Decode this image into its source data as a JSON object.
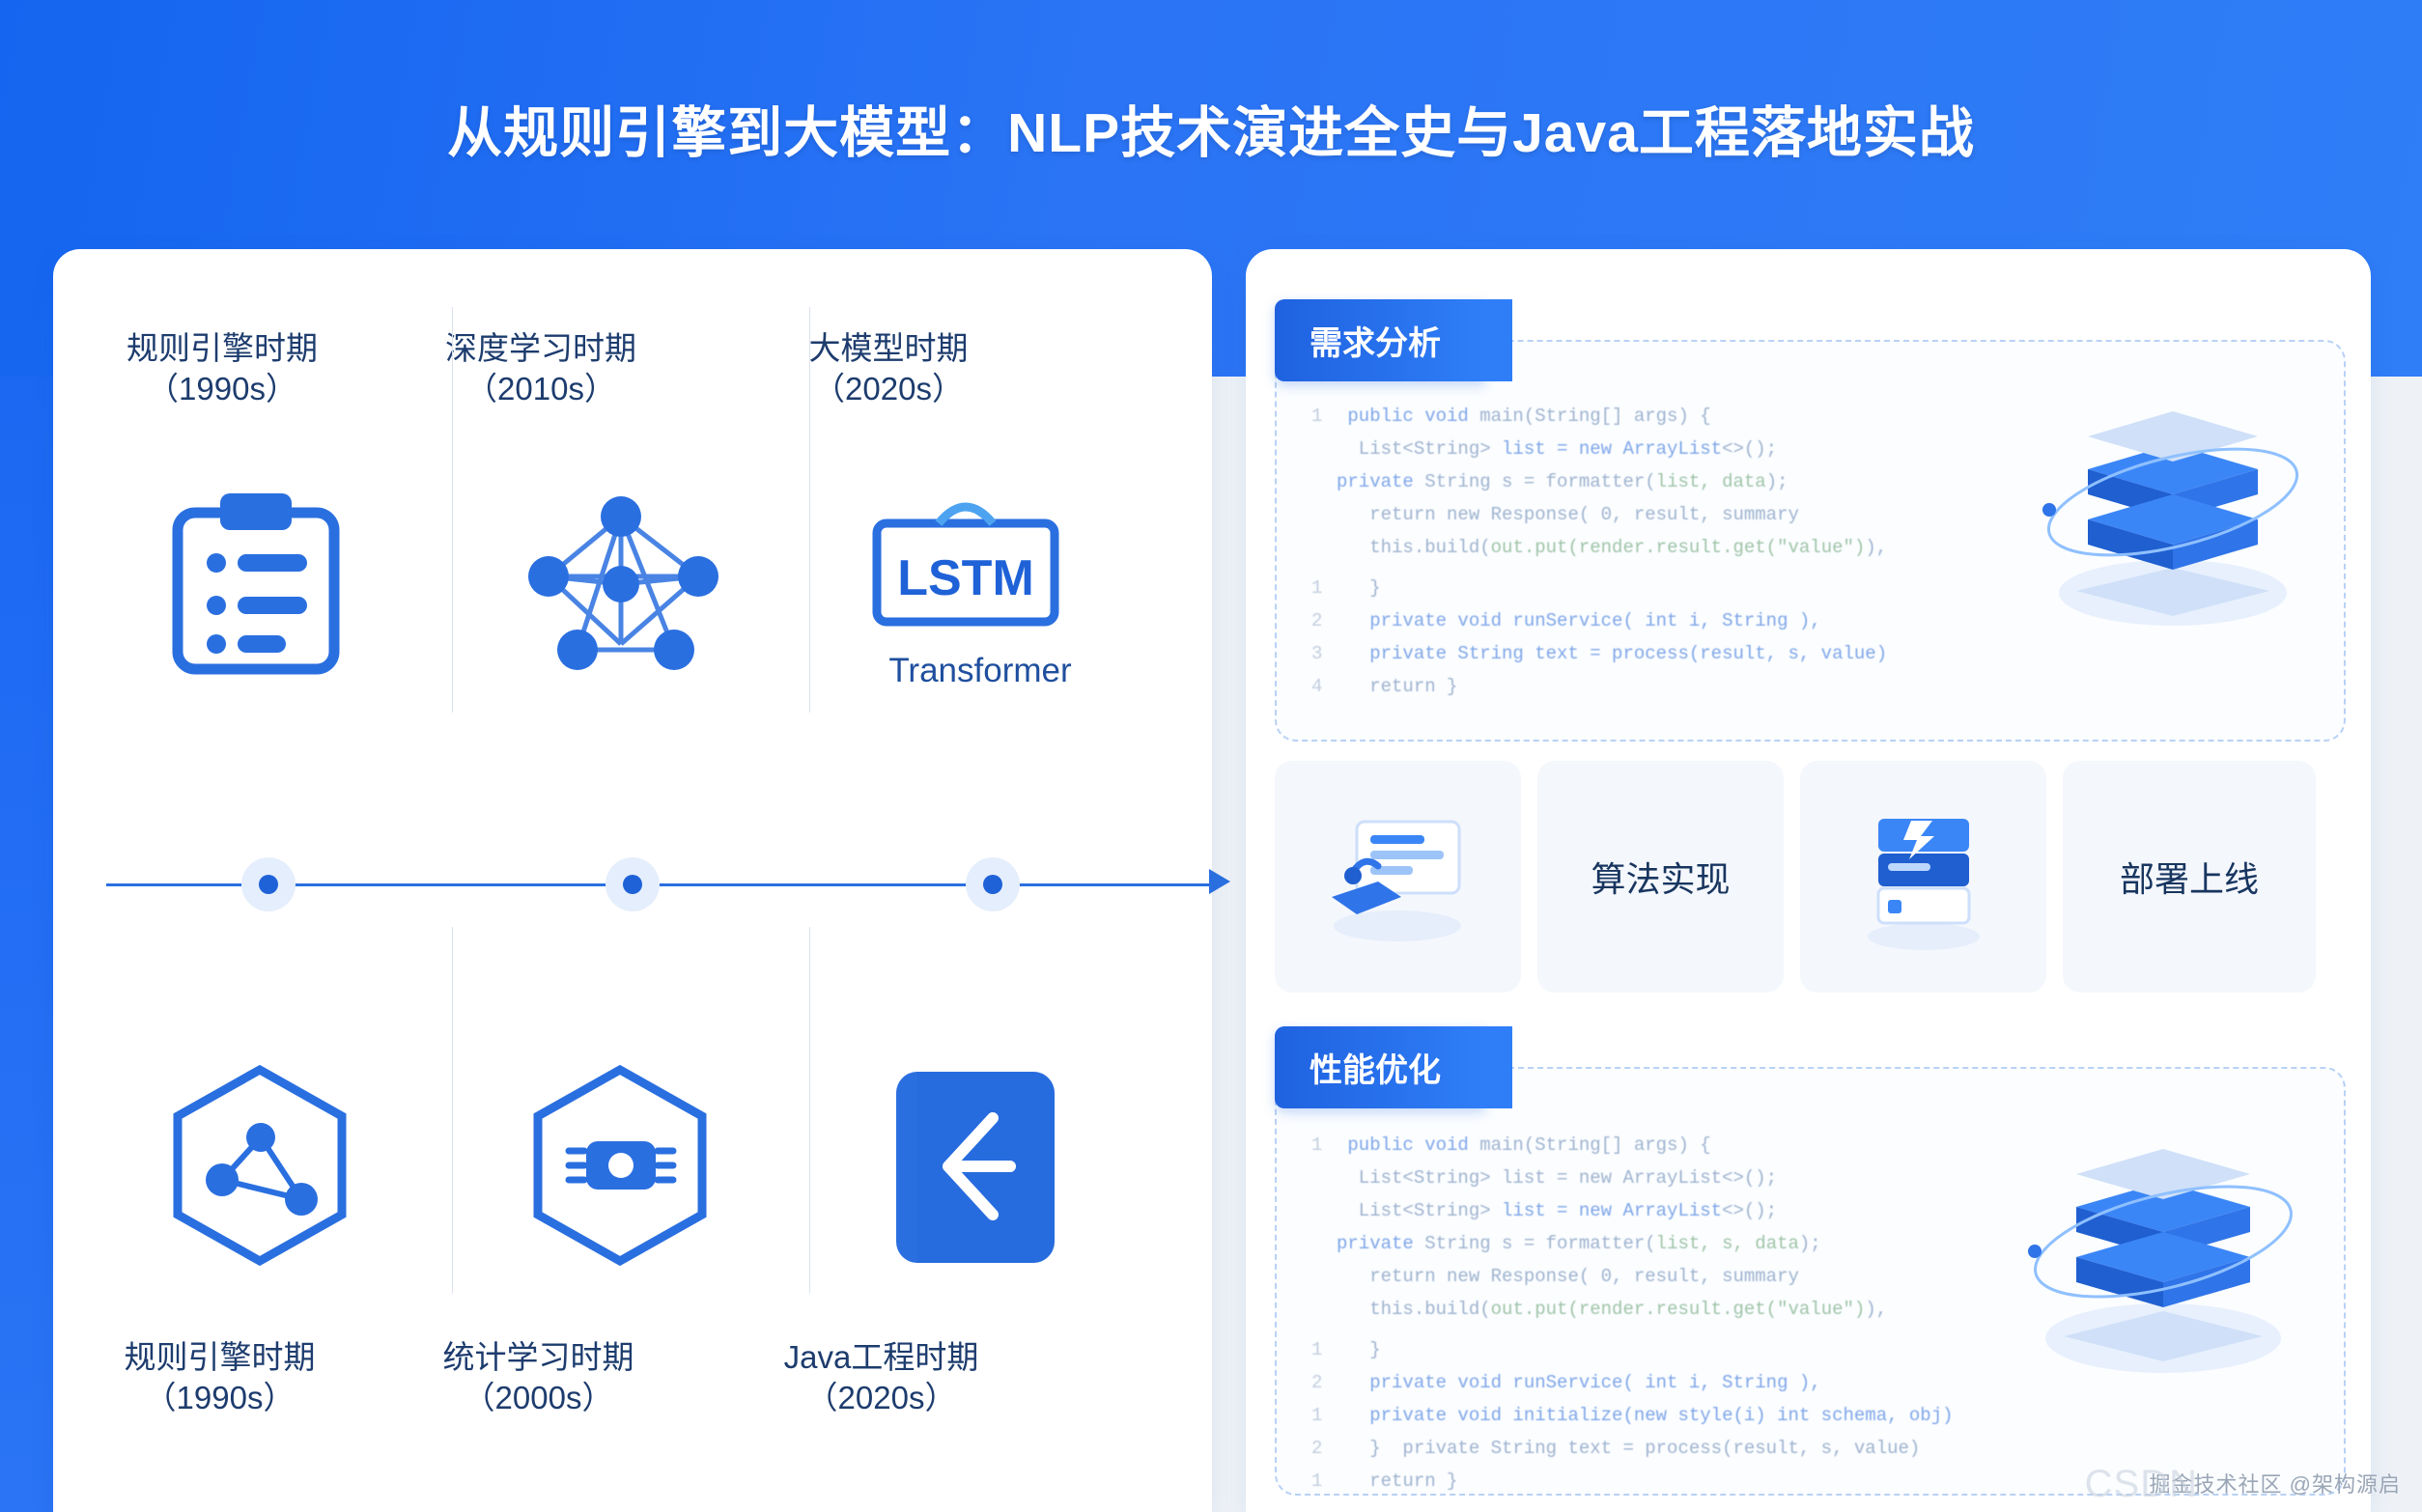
{
  "header": {
    "title": "从规则引擎到大模型：NLP技术演进全史与Java工程落地实战"
  },
  "timeline": {
    "top_items": [
      {
        "name": "规则引擎时期",
        "period": "（1990s）",
        "icon": "clipboard-checklist-icon"
      },
      {
        "name": "深度学习时期",
        "period": "（2010s）",
        "icon": "neural-network-icon"
      },
      {
        "name": "大模型时期",
        "period": "（2020s）",
        "icon": "lstm-badge-icon",
        "icon_text": "LSTM",
        "caption": "Transformer"
      }
    ],
    "bottom_items": [
      {
        "name": "规则引擎时期",
        "period": "（1990s）",
        "icon": "hexagon-graph-icon"
      },
      {
        "name": "统计学习时期",
        "period": "（2000s）",
        "icon": "hexagon-chip-icon"
      },
      {
        "name": "Java工程时期",
        "period": "（2020s）",
        "icon": "folder-arrow-icon"
      }
    ]
  },
  "right": {
    "section_one_tag": "需求分析",
    "section_two_tag": "性能优化",
    "middle_cards": [
      {
        "label": "",
        "icon": "monitor-code-illustration"
      },
      {
        "label": "算法实现",
        "icon": ""
      },
      {
        "label": "",
        "icon": "server-stack-illustration"
      },
      {
        "label": "部署上线",
        "icon": ""
      }
    ],
    "code_block_one": [
      {
        "num": "1",
        "text": "public void main(String[] args) {"
      },
      {
        "num": "",
        "text": "    List<String> list = new ArrayList<>();"
      },
      {
        "num": "",
        "text": "  private String s = formatter(list, data);"
      },
      {
        "num": "",
        "text": "    return new Response( 0, result, summary"
      },
      {
        "num": "",
        "text": "    this.build(out.put(render.result.get(\"value\")),"
      },
      {
        "num": "1",
        "text": "  }"
      },
      {
        "num": "2",
        "text": "  private void runService( int i, String ),"
      },
      {
        "num": "3",
        "text": "  private String text = process(result, s, value)"
      },
      {
        "num": "4",
        "text": "  return }"
      }
    ],
    "code_block_two": [
      {
        "num": "1",
        "text": "public void main(String[] args) {"
      },
      {
        "num": "",
        "text": "    List<String> list = new ArrayList<>();"
      },
      {
        "num": "",
        "text": "    List<String> list = new ArrayList<>();"
      },
      {
        "num": "",
        "text": "  private String s = formatter(list, s, data);"
      },
      {
        "num": "",
        "text": "    return new Response( 0, result, summary"
      },
      {
        "num": "",
        "text": "    this.build(out.put(render.result.get(\"value\")),"
      },
      {
        "num": "1",
        "text": "  }"
      },
      {
        "num": "2",
        "text": "  private void runService( int i, String ),"
      },
      {
        "num": "1",
        "text": "  private void initialize(new style(i) int schema, obj)"
      },
      {
        "num": "2",
        "text": "  }  private String text = process(result, s, value)"
      },
      {
        "num": "1",
        "text": "  return }"
      }
    ],
    "server_illustration_one": "server-rack-illustration",
    "server_illustration_two": "server-rack-illustration"
  },
  "watermark": {
    "text": "掘金技术社区 @架构源启",
    "brand": "CSDN"
  },
  "colors": {
    "brand_blue": "#2a74f5",
    "deep_blue": "#1f62d8",
    "panel_white": "#ffffff",
    "page_bg": "#eef2f7",
    "text_navy": "#1d3c6e"
  }
}
